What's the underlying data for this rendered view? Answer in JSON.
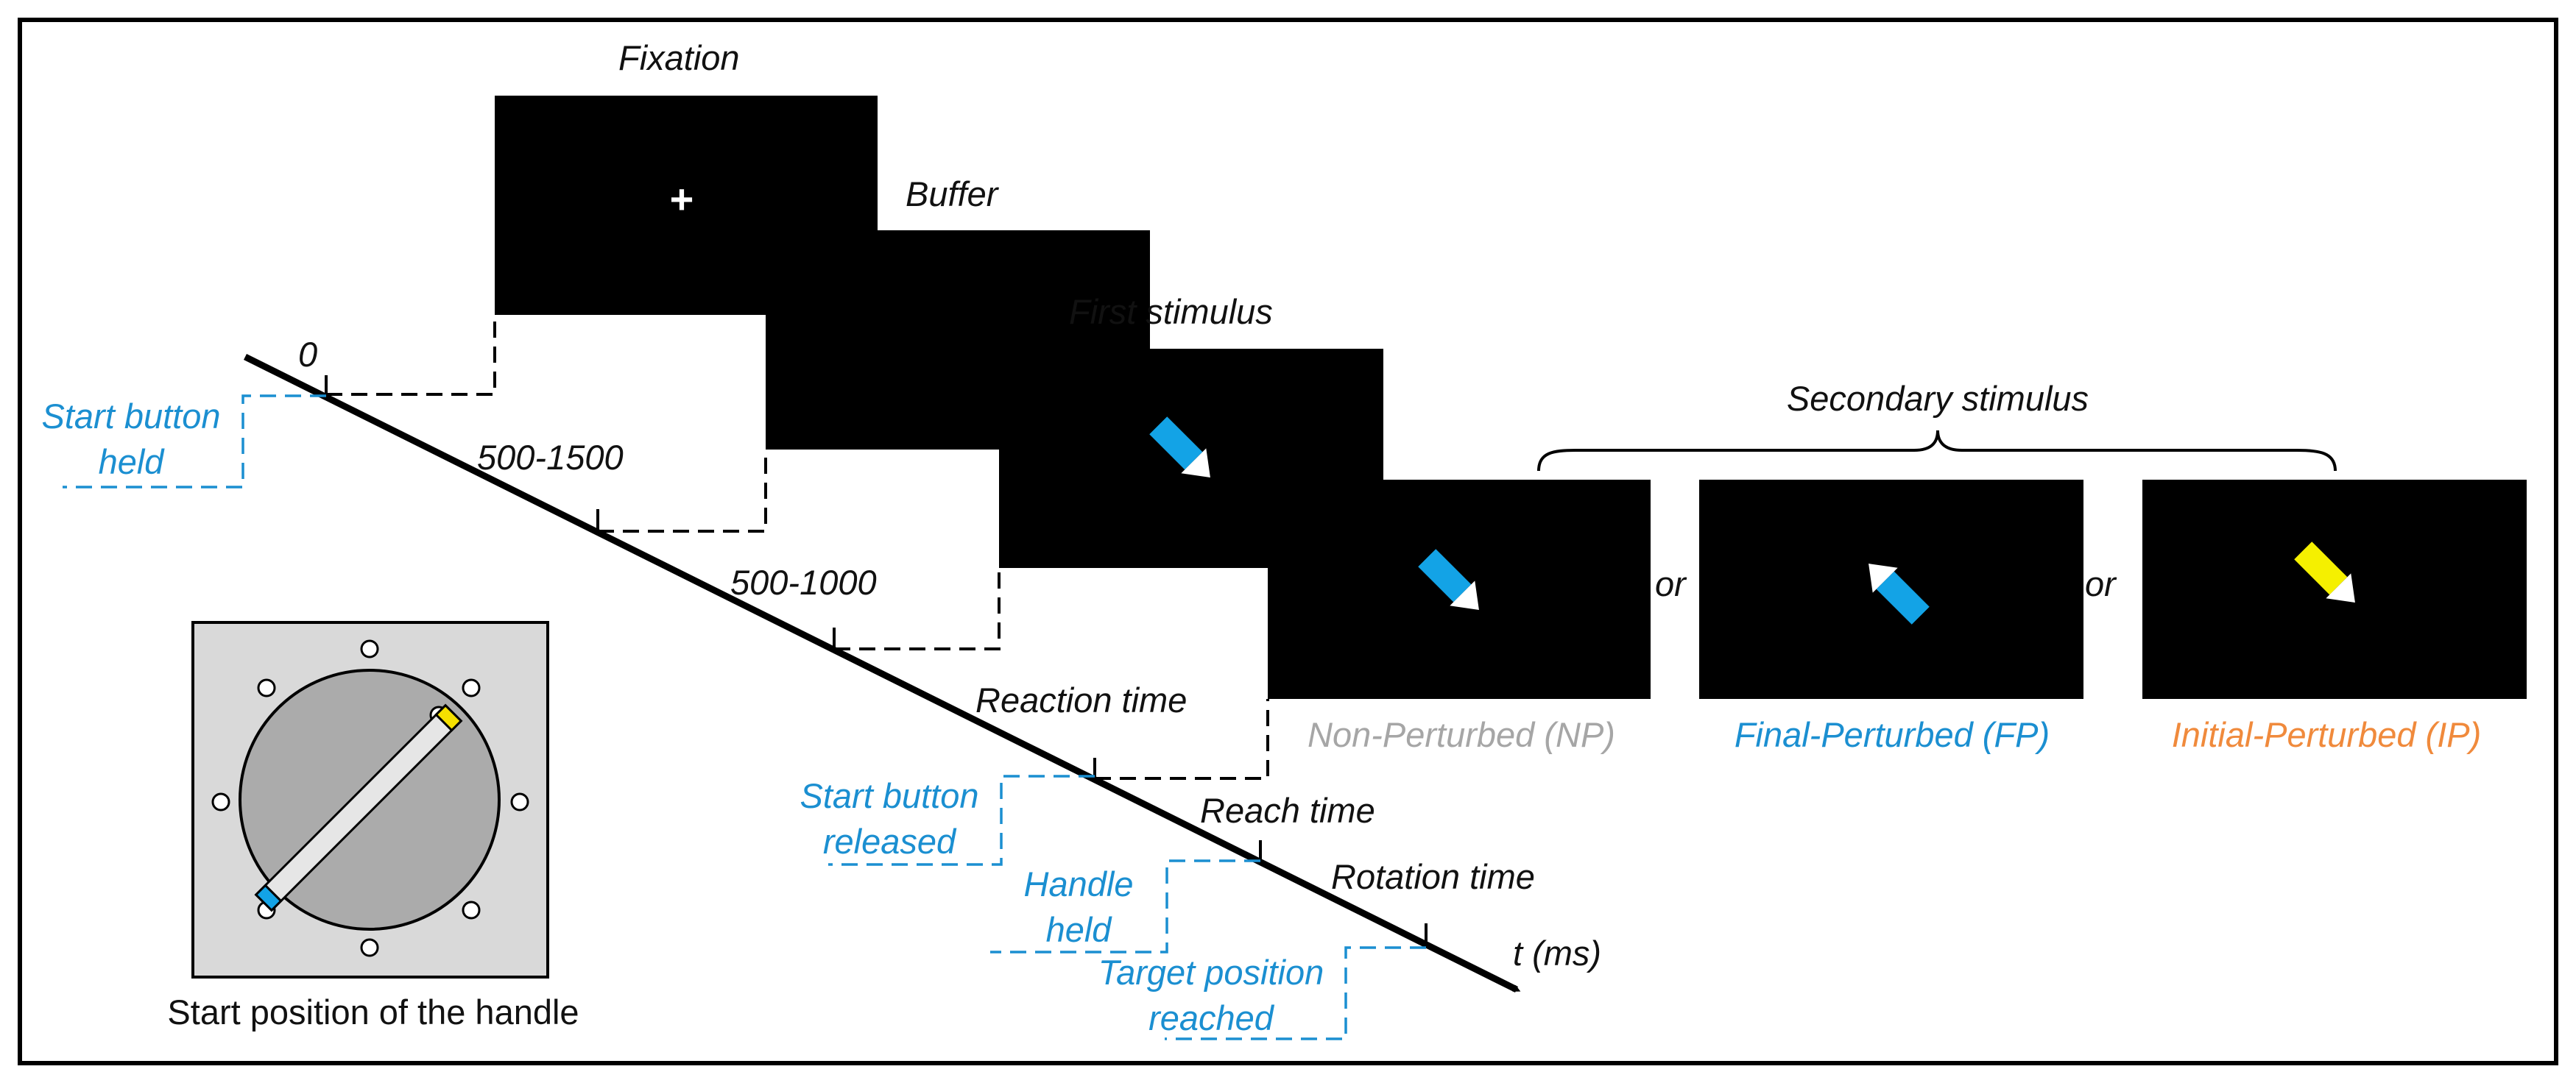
{
  "stages": {
    "fixation": "Fixation",
    "fixation_symbol": "+",
    "buffer": "Buffer",
    "first_stimulus": "First stimulus",
    "secondary_stimulus": "Secondary stimulus"
  },
  "timeline": {
    "t0": "0",
    "interval1": "500-1500",
    "interval2": "500-1000",
    "reaction_time": "Reaction time",
    "reach_time": "Reach time",
    "rotation_time": "Rotation time",
    "axis_label": "t (ms)"
  },
  "events": {
    "start_held_line1": "Start button",
    "start_held_line2": "held",
    "start_released_line1": "Start button",
    "start_released_line2": "released",
    "handle_held_line1": "Handle",
    "handle_held_line2": "held",
    "target_reached_line1": "Target position",
    "target_reached_line2": "reached"
  },
  "conditions": {
    "np": "Non-Perturbed (NP)",
    "fp": "Final-Perturbed (FP)",
    "ip": "Initial-Perturbed (IP)",
    "or": "or"
  },
  "handle_caption": "Start position of the handle",
  "colors": {
    "event_blue": "#1B8FD1",
    "stimulus_blue": "#13A3E6",
    "np_gray": "#A6A6A6",
    "ip_orange": "#F08A3C",
    "ip_yellow": "#F5F000"
  }
}
